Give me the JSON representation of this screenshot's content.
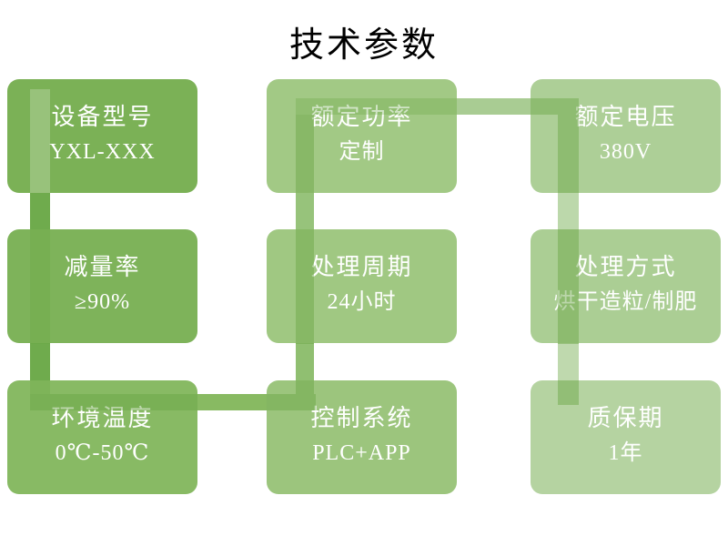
{
  "title": "技术参数",
  "colors": {
    "background": "#FFFFFF",
    "title_text": "#000000",
    "box_text": "#FFFFFF",
    "stripe_light_overlay": "rgba(255,255,255,0.22)",
    "stripe_dark_overlay": "rgba(104,165,66,0.45)",
    "stripe_dark_soft": "rgba(104,165,66,0.30)"
  },
  "connector": {
    "path_order": "设备型号→减量率→环境温度→控制系统→处理周期→额定功率→额定电压→处理方式→质保期",
    "gap_left_upper": "#6FAB4D",
    "gap_left_lower": "#6FAB4D",
    "gap_bottom_horizontal": "#88BA62",
    "gap_mid_lower": "#90BF71",
    "gap_mid_upper": "#97C37B",
    "gap_top_horizontal": "#A9CC93",
    "gap_right_upper": "#BCD8AB",
    "gap_right_lower": "#BFD9AE"
  },
  "boxes": [
    {
      "label": "设备型号",
      "value": "YXL-XXX",
      "fill": "#7BB156"
    },
    {
      "label": "额定功率",
      "value": "定制",
      "fill": "#A2C985"
    },
    {
      "label": "额定电压",
      "value": "380V",
      "fill": "#ADCF97"
    },
    {
      "label": "减量率",
      "value": "≥90%",
      "fill": "#7EB35A"
    },
    {
      "label": "处理周期",
      "value": "24小时",
      "fill": "#A0C882"
    },
    {
      "label": "处理方式",
      "value": "烘干造粒/制肥",
      "fill": "#ABCE94"
    },
    {
      "label": "环境温度",
      "value": "0℃-50℃",
      "fill": "#88BA64"
    },
    {
      "label": "控制系统",
      "value": "PLC+APP",
      "fill": "#9CC57D"
    },
    {
      "label": "质保期",
      "value": "1年",
      "fill": "#B5D3A1"
    }
  ]
}
